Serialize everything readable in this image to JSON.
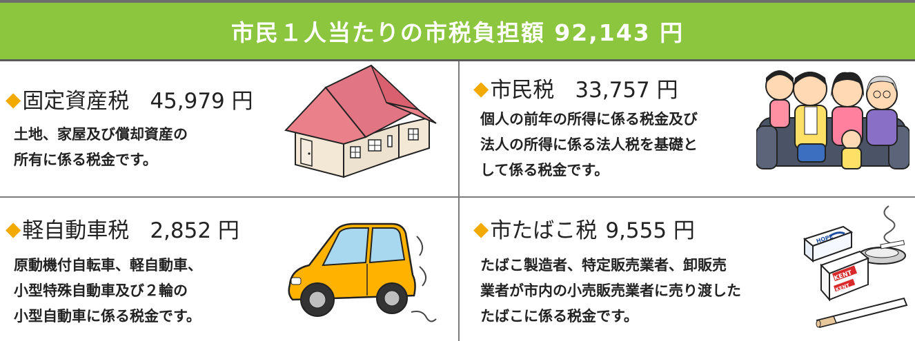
{
  "header": {
    "title": "市民１人当たりの市税負担額 92,143 円"
  },
  "colors": {
    "header_bg": "#8cc63f",
    "diamond": "#f2a900",
    "roof": "#e9808a",
    "car": "#ffb300"
  },
  "cells": [
    {
      "title": "固定資産税",
      "amount": "45,979 円",
      "desc": [
        "土地、家屋及び償却資産の",
        "所有に係る税金です。"
      ],
      "icon": "house-icon"
    },
    {
      "title": "市民税",
      "amount": "33,757 円",
      "desc": [
        "個人の前年の所得に係る税金及び",
        "法人の所得に係る法人税を基礎と",
        "して係る税金です。"
      ],
      "icon": "family-icon"
    },
    {
      "title": "軽自動車税",
      "amount": "2,852 円",
      "desc": [
        "原動機付自転車、軽自動車、",
        "小型特殊自動車及び２輪の",
        "小型自動車に係る税金です。"
      ],
      "icon": "car-icon"
    },
    {
      "title": "市たばこ税",
      "amount": "9,555 円",
      "desc": [
        "たばこ製造者、特定販売業者、卸販売",
        "業者が市内の小売販売業者に売り渡した",
        "たばこに係る税金です。"
      ],
      "icon": "cigarette-icon",
      "logo_texts": [
        "HOPE",
        "KENT",
        "KENT"
      ]
    }
  ]
}
